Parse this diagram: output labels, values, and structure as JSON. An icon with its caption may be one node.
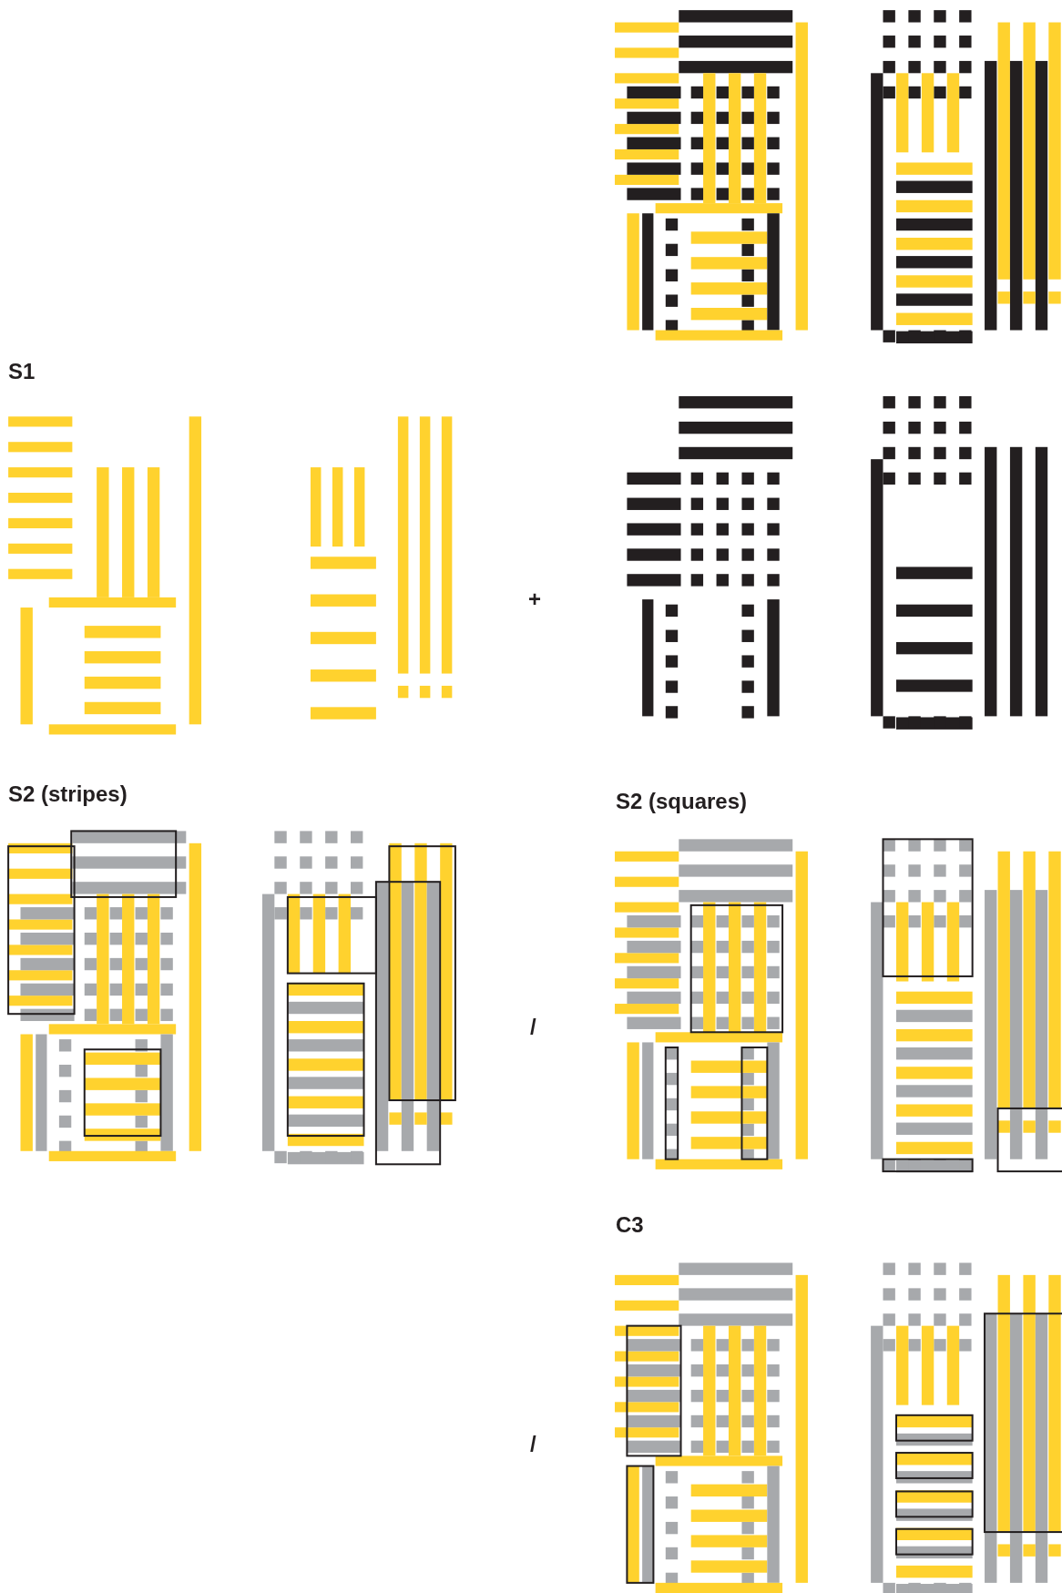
{
  "diagram": {
    "labels": [
      "S1",
      "+",
      "S2 (stripes)",
      "S2 (squares)",
      "/",
      "C3",
      "/"
    ]
  }
}
